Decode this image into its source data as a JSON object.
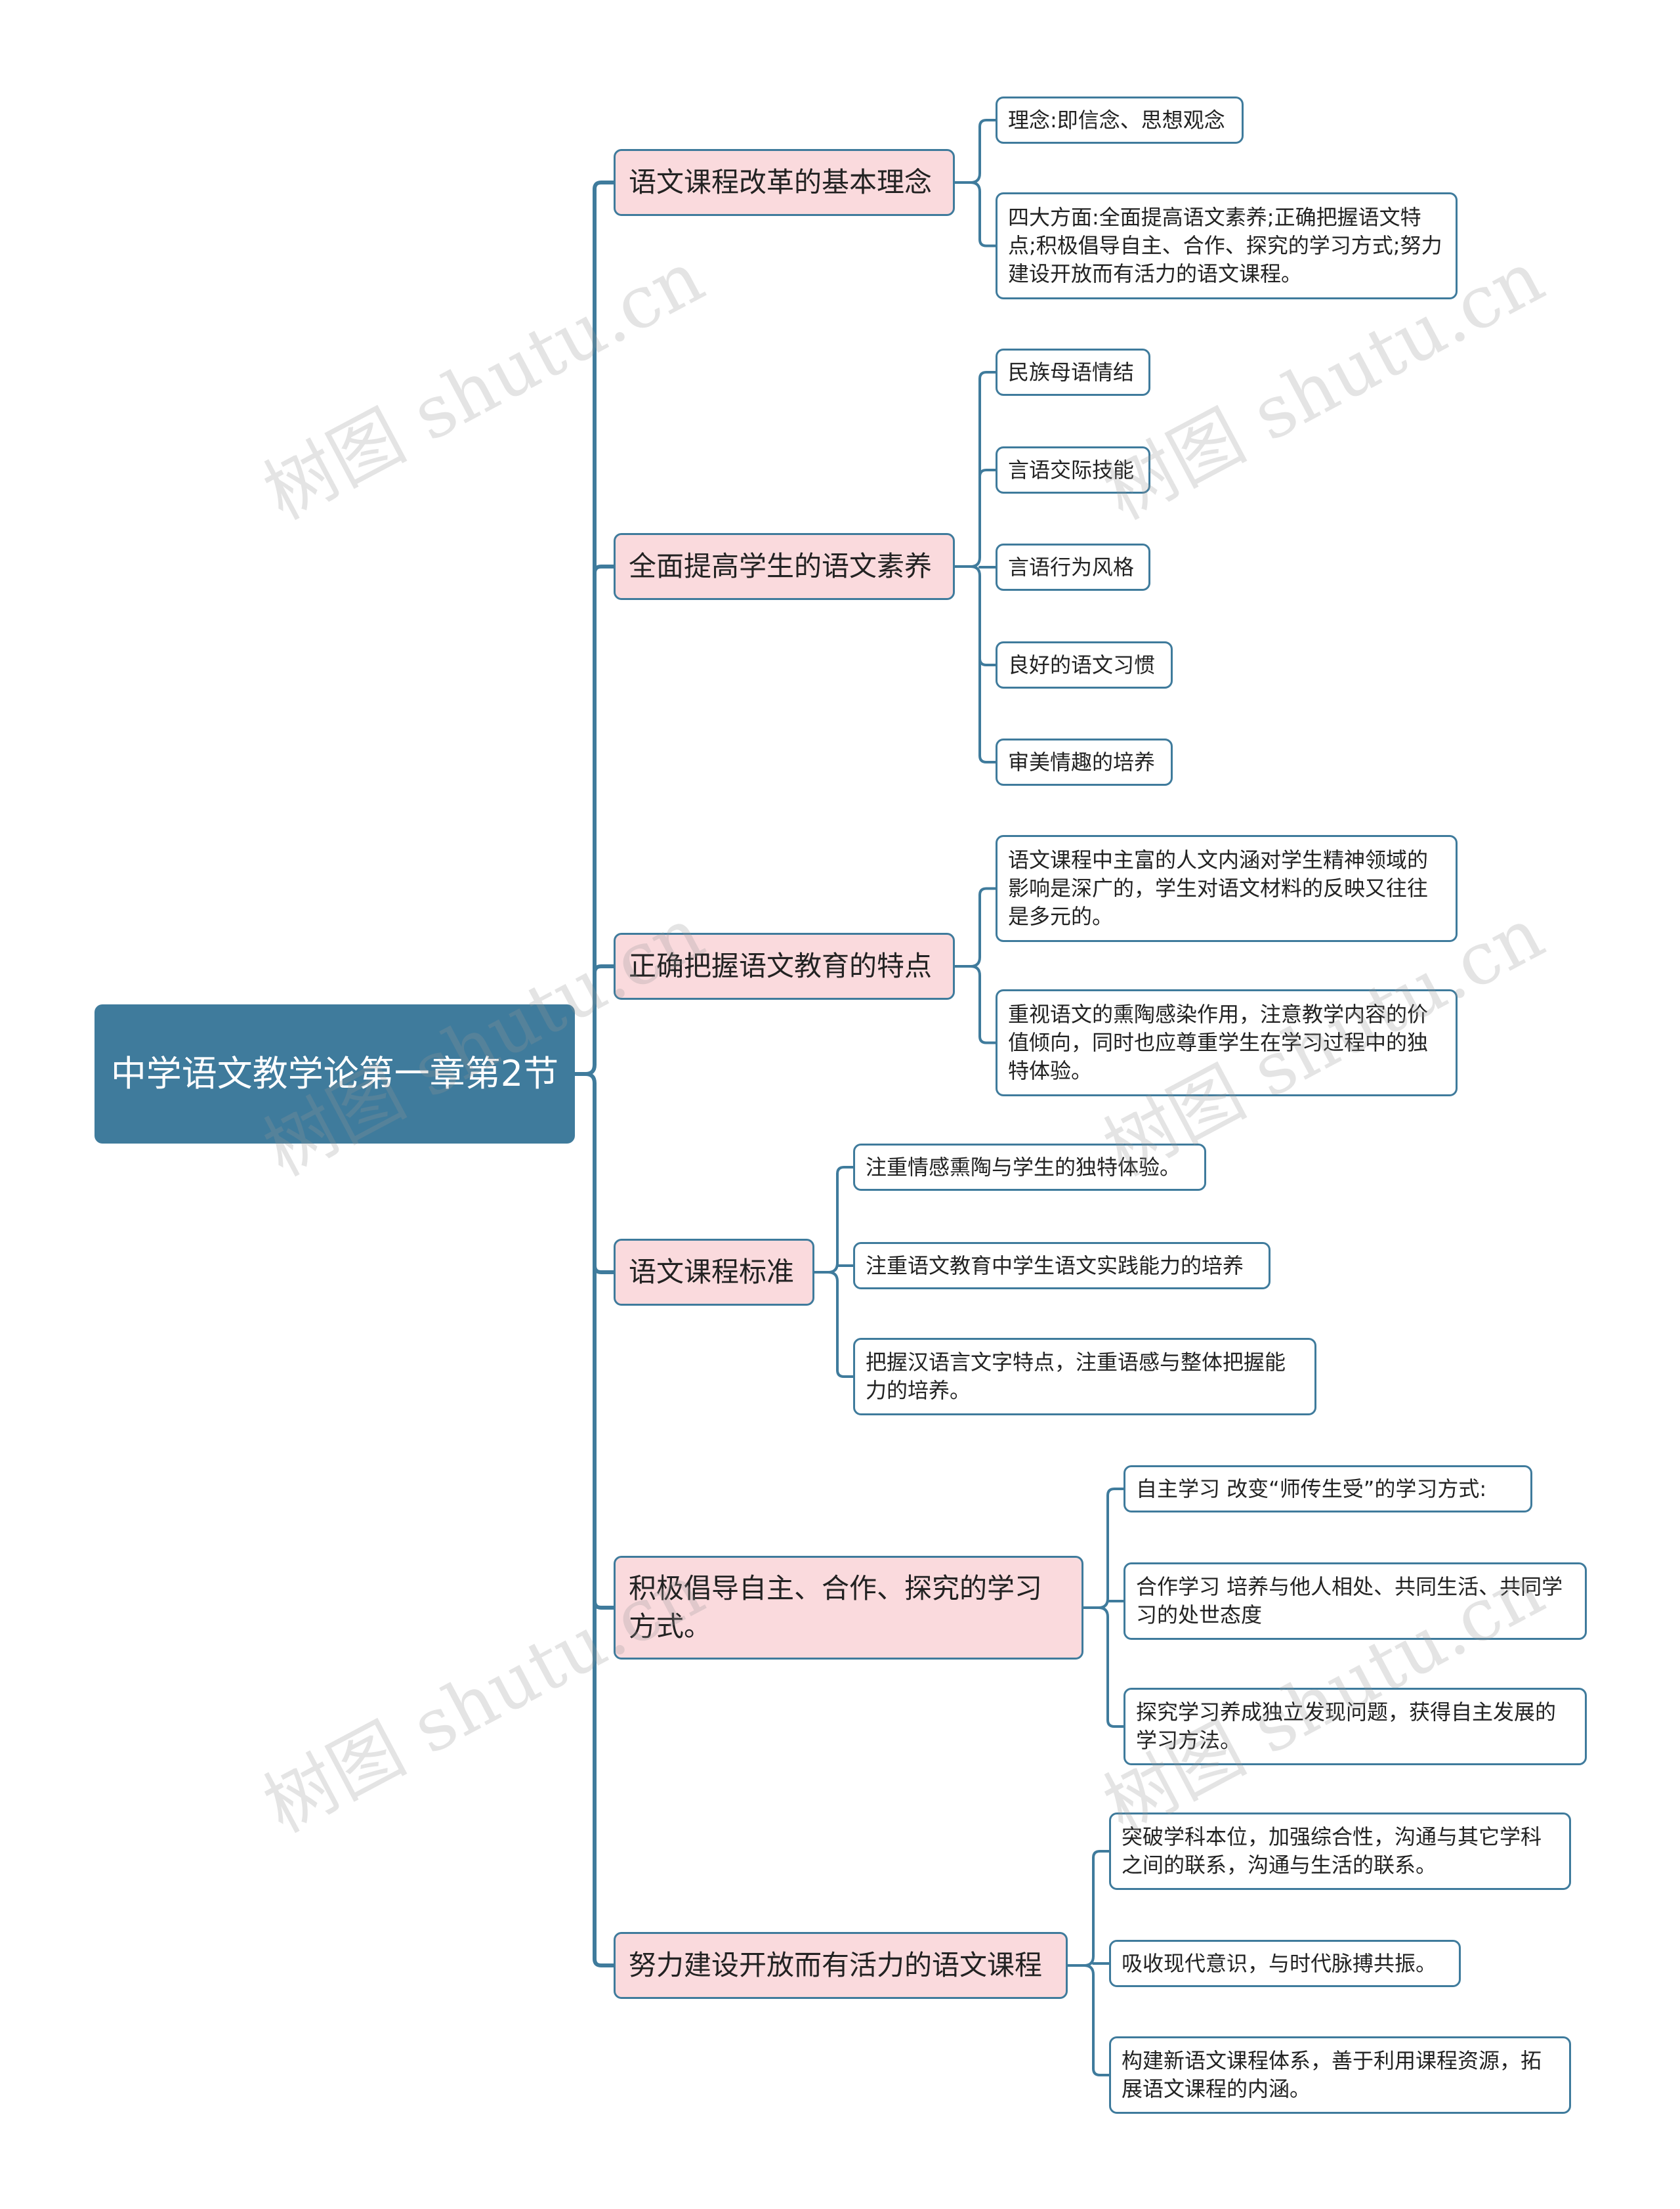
{
  "root": "中学语文教学论第一章第2节",
  "branches": [
    {
      "label": "语文课程改革的基本理念",
      "children": [
        "理念:即信念、思想观念",
        "四大方面:全面提高语文素养;正确把握语文特点;积极倡导自主、合作、探究的学习方式;努力建设开放而有活力的语文课程。"
      ]
    },
    {
      "label": "全面提高学生的语文素养",
      "children": [
        "民族母语情结",
        "言语交际技能",
        "言语行为风格",
        "良好的语文习惯",
        "审美情趣的培养"
      ]
    },
    {
      "label": "正确把握语文教育的特点",
      "children": [
        "语文课程中主富的人文内涵对学生精神领域的影响是深广的，学生对语文材料的反映又往往是多元的。",
        "重视语文的熏陶感染作用，注意教学内容的价值倾向，同时也应尊重学生在学习过程中的独特体验。"
      ]
    },
    {
      "label": "语文课程标准",
      "children": [
        "注重情感熏陶与学生的独特体验。",
        "注重语文教育中学生语文实践能力的培养",
        "把握汉语言文字特点，注重语感与整体把握能力的培养。"
      ]
    },
    {
      "label": "积极倡导自主、合作、探究的学习方式。",
      "children": [
        "自主学习 改变“师传生受”的学习方式:",
        "合作学习 培养与他人相处、共同生活、共同学习的处世态度",
        "探究学习养成独立发现问题，获得自主发展的 学习方法。"
      ]
    },
    {
      "label": "努力建设开放而有活力的语文课程",
      "children": [
        "突破学科本位，加强综合性，沟通与其它学科之间的联系，沟通与生活的联系。",
        "吸收现代意识，与时代脉搏共振。",
        "构建新语文课程体系，善于利用课程资源，拓展语文课程的内涵。"
      ]
    }
  ],
  "watermark": "树图 shutu.cn",
  "colors": {
    "accent": "#3f7b9c",
    "branch_fill": "#fadadd",
    "leaf_fill": "#ffffff"
  }
}
